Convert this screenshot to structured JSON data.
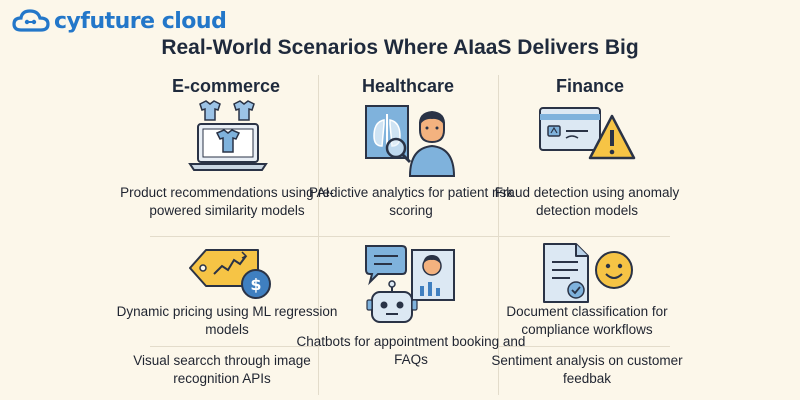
{
  "brand": {
    "name": "cyfuture cloud",
    "color": "#2377c9"
  },
  "title": "Real-World Scenarios Where AIaaS Delivers Big",
  "columns": [
    {
      "heading": "E-commerce"
    },
    {
      "heading": "Healthcare"
    },
    {
      "heading": "Finance"
    }
  ],
  "captions": {
    "ecom_1": "Product recommendations using AI-powered similarity models",
    "ecom_2": "Dynamic pricing using ML regression models",
    "ecom_3": "Visual searcch through image recognition APIs",
    "health_1": "Predictive analytics for patient risk scoring",
    "health_2": "Chatbots for appointment booking and FAQs",
    "fin_1": "Fraud detection using anomaly detection models",
    "fin_2": "Document classification for compliance workflows",
    "fin_3": "Sentiment analysis on customer feedbak"
  },
  "icons": {
    "ecom_1": "laptop-tshirts-icon",
    "ecom_2": "price-tag-dollar-icon",
    "health_1": "xray-doctor-icon",
    "health_2": "chatbot-robot-icon",
    "fin_1": "fraud-warning-icon",
    "fin_2": "document-smiley-icon"
  },
  "colors": {
    "background": "#fcf7ea",
    "icon_blue": "#7fb2dc",
    "icon_yellow": "#f6c445",
    "outline": "#2a3346"
  }
}
